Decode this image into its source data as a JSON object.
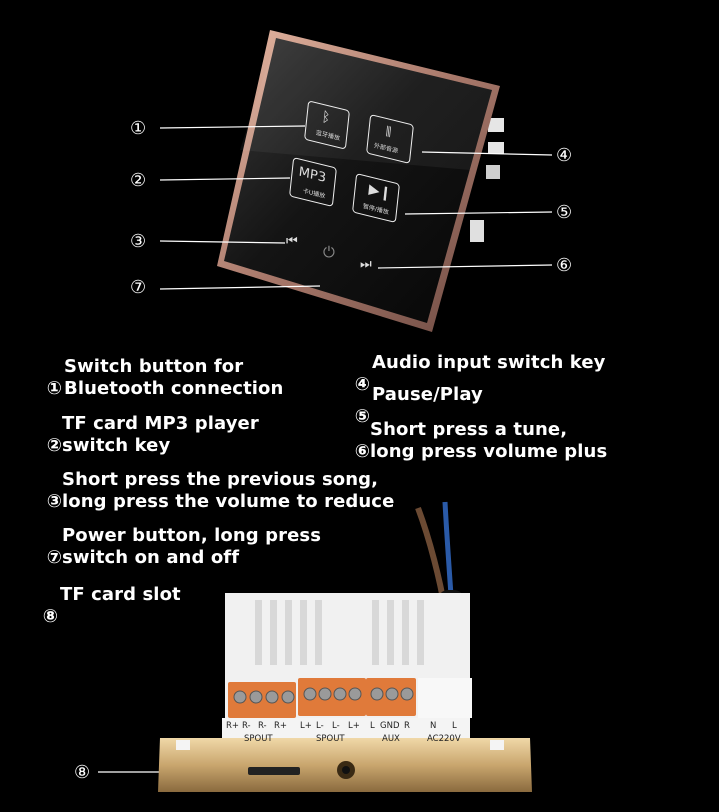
{
  "panel": {
    "keys": {
      "bluetooth": "蓝牙播放",
      "aux": "外部音源",
      "mp3_title": "MP3",
      "mp3_sub": "卡U播放",
      "pause": "暂停/播放"
    }
  },
  "callouts": [
    "①",
    "②",
    "③",
    "④",
    "⑤",
    "⑥",
    "⑦",
    "⑧"
  ],
  "descriptions": {
    "d1": {
      "num": "①",
      "text": "Switch button for\nBluetooth connection"
    },
    "d2": {
      "num": "②",
      "text": "TF card MP3 player\nswitch key"
    },
    "d3": {
      "num": "③",
      "text": "Short press the previous song,\nlong press the volume to reduce"
    },
    "d7": {
      "num": "⑦",
      "text": "Power button, long press\nswitch on and off"
    },
    "d8": {
      "num": "⑧",
      "text": "TF card slot"
    },
    "d4": {
      "num": "④",
      "text": "Audio input switch key"
    },
    "d5": {
      "num": "⑤",
      "text": "Pause/Play"
    },
    "d6": {
      "num": "⑥",
      "text": "Short press a tune,\nlong press volume plus"
    }
  },
  "terminals": {
    "pins": [
      "R+",
      "R-",
      "R-",
      "R+",
      "L+",
      "L-",
      "L-",
      "L+",
      "L",
      "GND",
      "R",
      "N",
      "L"
    ],
    "groups": [
      "SPOUT",
      "SPOUT",
      "AUX",
      "AC220V"
    ]
  }
}
